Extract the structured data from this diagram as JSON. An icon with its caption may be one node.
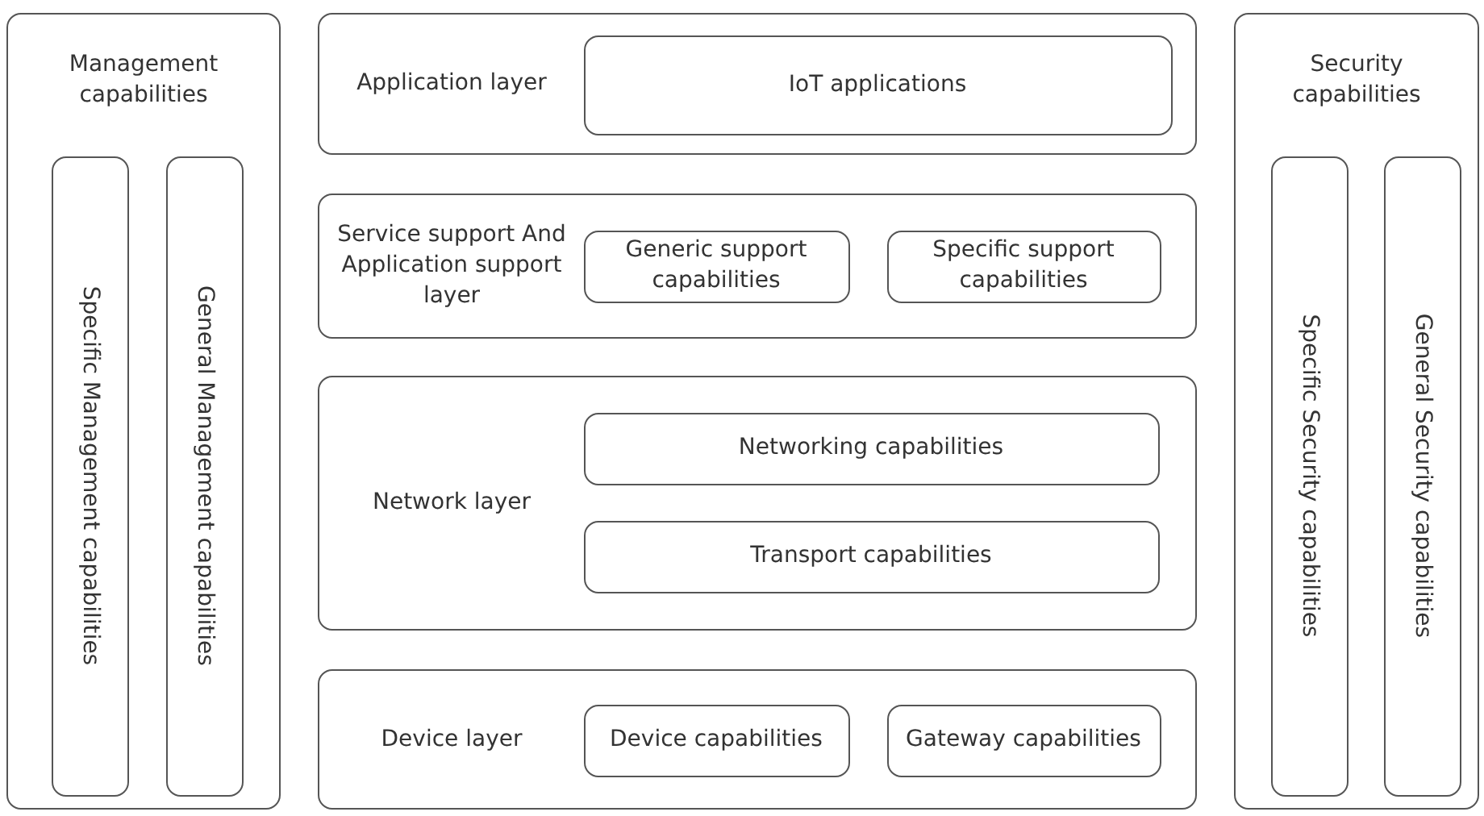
{
  "diagram": {
    "nodes": [
      {
        "text": [
          "Management capabilities"
        ]
      },
      {
        "text": [
          "Specific Management capabilities"
        ],
        "in": 0
      },
      {
        "text": [
          "General Management capabilities"
        ],
        "in": 0
      },
      {
        "text": [
          "Application layer"
        ]
      },
      {
        "text": [
          "IoT applications"
        ],
        "in": 3
      },
      {
        "text": [
          "Service support And Application support layer"
        ]
      },
      {
        "text": [
          "Generic support capabilities"
        ],
        "in": 5
      },
      {
        "text": [
          "Specific support capabilities"
        ],
        "in": 5
      },
      {
        "text": [
          "Network layer"
        ]
      },
      {
        "text": [
          "Networking capabilities"
        ],
        "in": 8
      },
      {
        "text": [
          "Transport capabilities"
        ],
        "in": 8
      },
      {
        "text": [
          "Device layer"
        ]
      },
      {
        "text": [
          "Device capabilities"
        ],
        "in": 11
      },
      {
        "text": [
          "Gateway capabilities"
        ],
        "in": 11
      },
      {
        "text": [
          "Security capabilities"
        ]
      },
      {
        "text": [
          "Specific Security capabilities"
        ],
        "in": 14
      },
      {
        "text": [
          "General Security capabilities"
        ],
        "in": 14
      }
    ]
  }
}
